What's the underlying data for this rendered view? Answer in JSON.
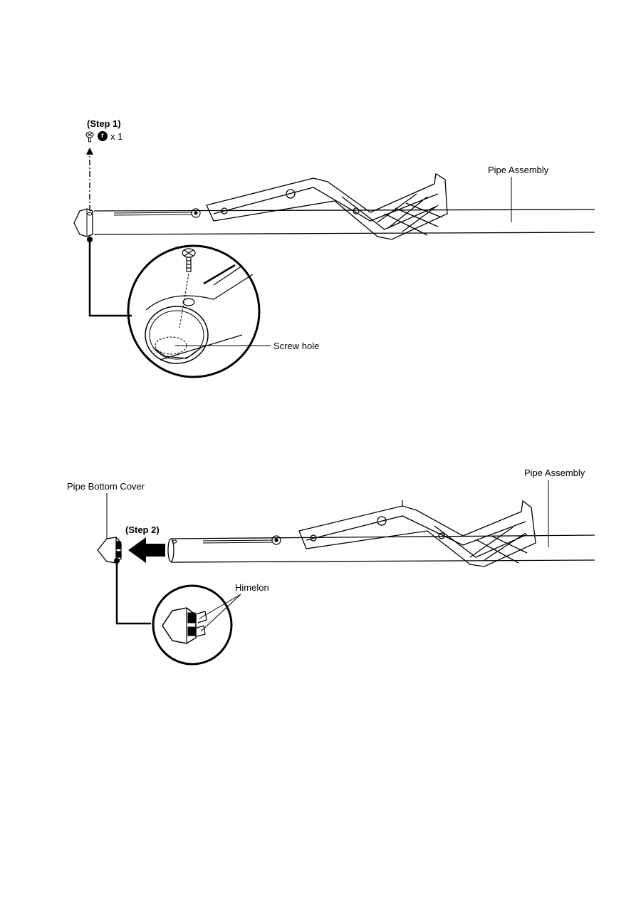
{
  "step1": {
    "title": "(Step 1)",
    "screw_symbol": "r",
    "quantity": "x 1",
    "pipe_label": "Pipe Assembly",
    "screw_hole_label": "Screw hole"
  },
  "step2": {
    "title": "(Step 2)",
    "pipe_label": "Pipe Assembly",
    "cover_label": "Pipe Bottom Cover",
    "himelon_label": "Himelon"
  },
  "icons": [
    "screw-icon",
    "arrow-left-icon",
    "arrow-up-icon"
  ]
}
